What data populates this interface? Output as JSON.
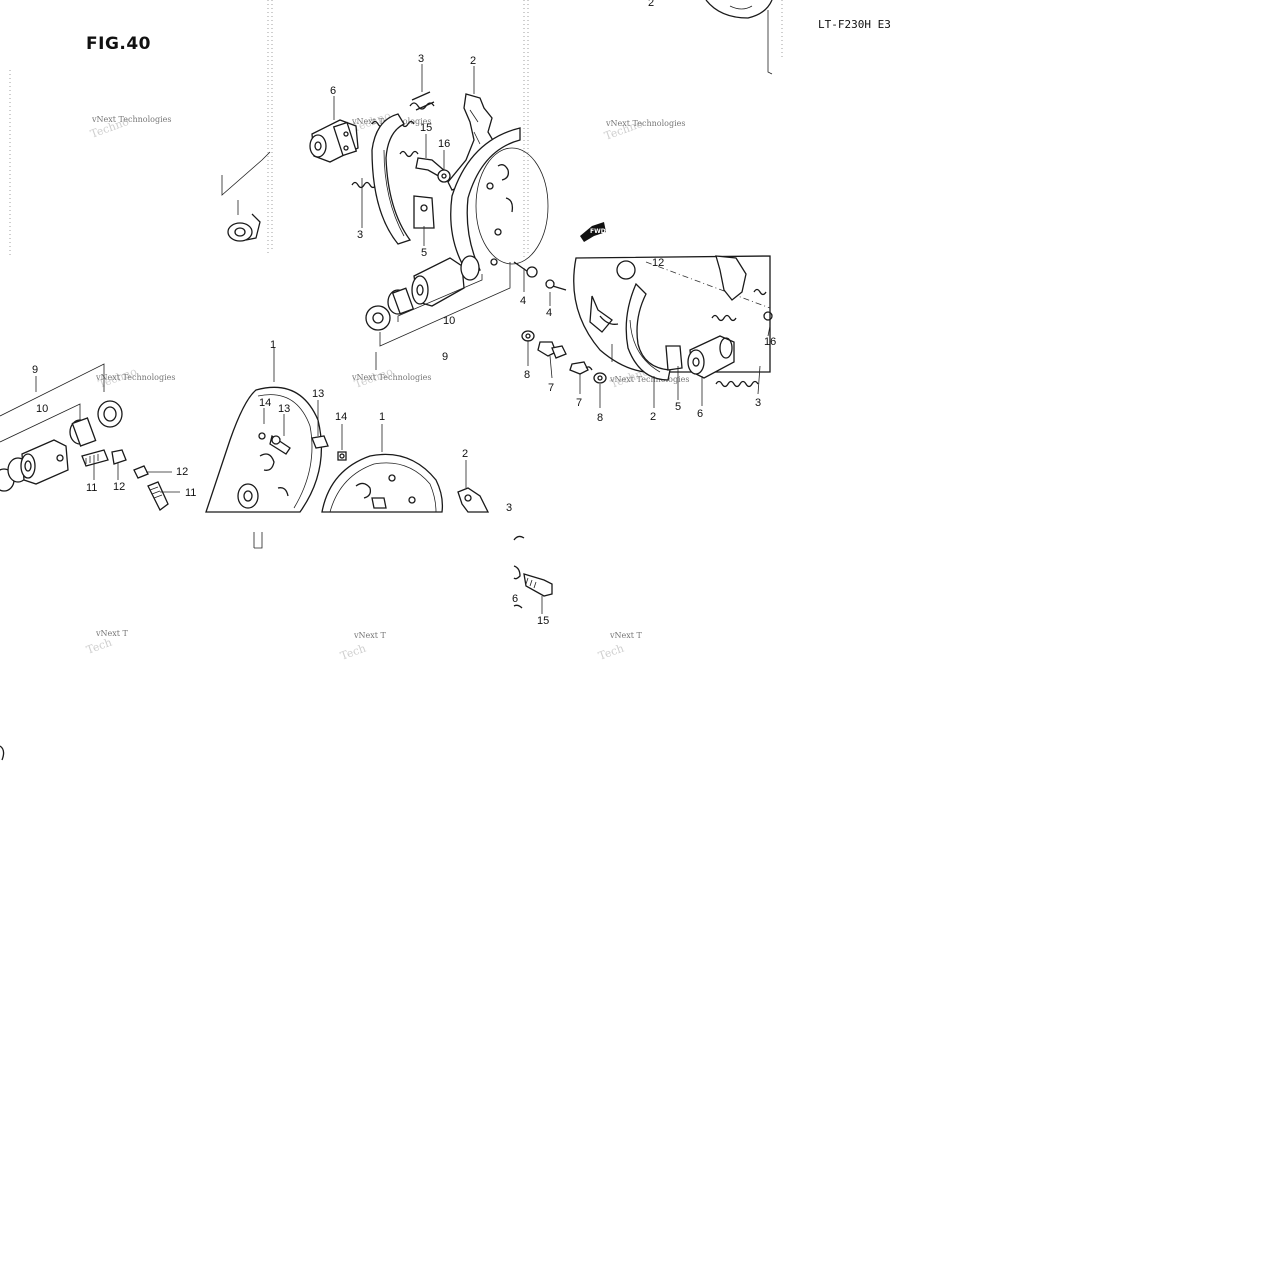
{
  "figure": {
    "title": "FIG.40",
    "model": "LT-F230H  E3",
    "fwd_label": "FWD"
  },
  "watermark": {
    "line1": "vNext Technologies",
    "line1_cut": "vNext T",
    "ghost": "Techno",
    "ghost_cut": "Tech"
  },
  "callouts": {
    "c2_top": "2",
    "c3_a": "3",
    "c6_a": "6",
    "c15_a": "15",
    "c16_a": "16",
    "c3_b": "3",
    "c5_a": "5",
    "c10_a": "10",
    "c9_a": "9",
    "c4_a": "4",
    "c4_b": "4",
    "c12_a": "12",
    "c8_a": "8",
    "c7_a": "7",
    "c7_b": "7",
    "c8_b": "8",
    "c2_b": "2",
    "c5_b": "5",
    "c6_b": "6",
    "c3_c": "3",
    "c16_b": "16",
    "c9_b": "9",
    "c10_b": "10",
    "c11_a": "11",
    "c12_b": "12",
    "c12_c": "12",
    "c11_b": "11",
    "c1_a": "1",
    "c14_a": "14",
    "c13_a": "13",
    "c13_b": "13",
    "c14_b": "14",
    "c1_b": "1",
    "c2_c": "2",
    "c3_d": "3",
    "c6_c": "6",
    "c15_b": "15"
  }
}
